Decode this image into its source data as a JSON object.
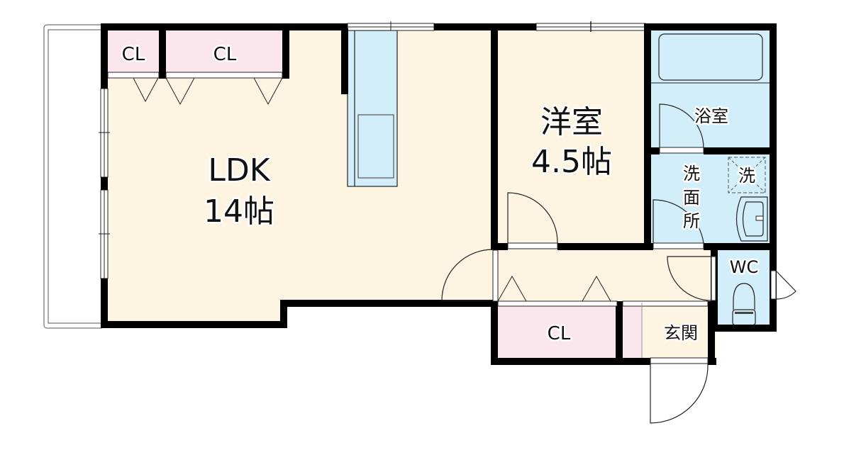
{
  "floor_plan": {
    "colors": {
      "wall": "#000000",
      "living_floor": "#fdf4e1",
      "closet_floor": "#fbe6ee",
      "wet_area_floor": "#d3eefb",
      "balcony": "#ffffff",
      "background": "#ffffff"
    },
    "rooms": {
      "ldk": {
        "name": "LDK",
        "size": "14帖"
      },
      "western": {
        "name": "洋室",
        "size": "4.5帖"
      },
      "bath": {
        "name": "浴室"
      },
      "washroom": {
        "name": "洗面所",
        "chars": [
          "洗",
          "面",
          "所"
        ]
      },
      "washer": {
        "name": "洗"
      },
      "wc": {
        "name": "WC"
      },
      "entrance": {
        "name": "玄関"
      },
      "closet_ldk_small": {
        "name": "CL"
      },
      "closet_ldk_large": {
        "name": "CL"
      },
      "closet_hall": {
        "name": "CL"
      }
    }
  }
}
